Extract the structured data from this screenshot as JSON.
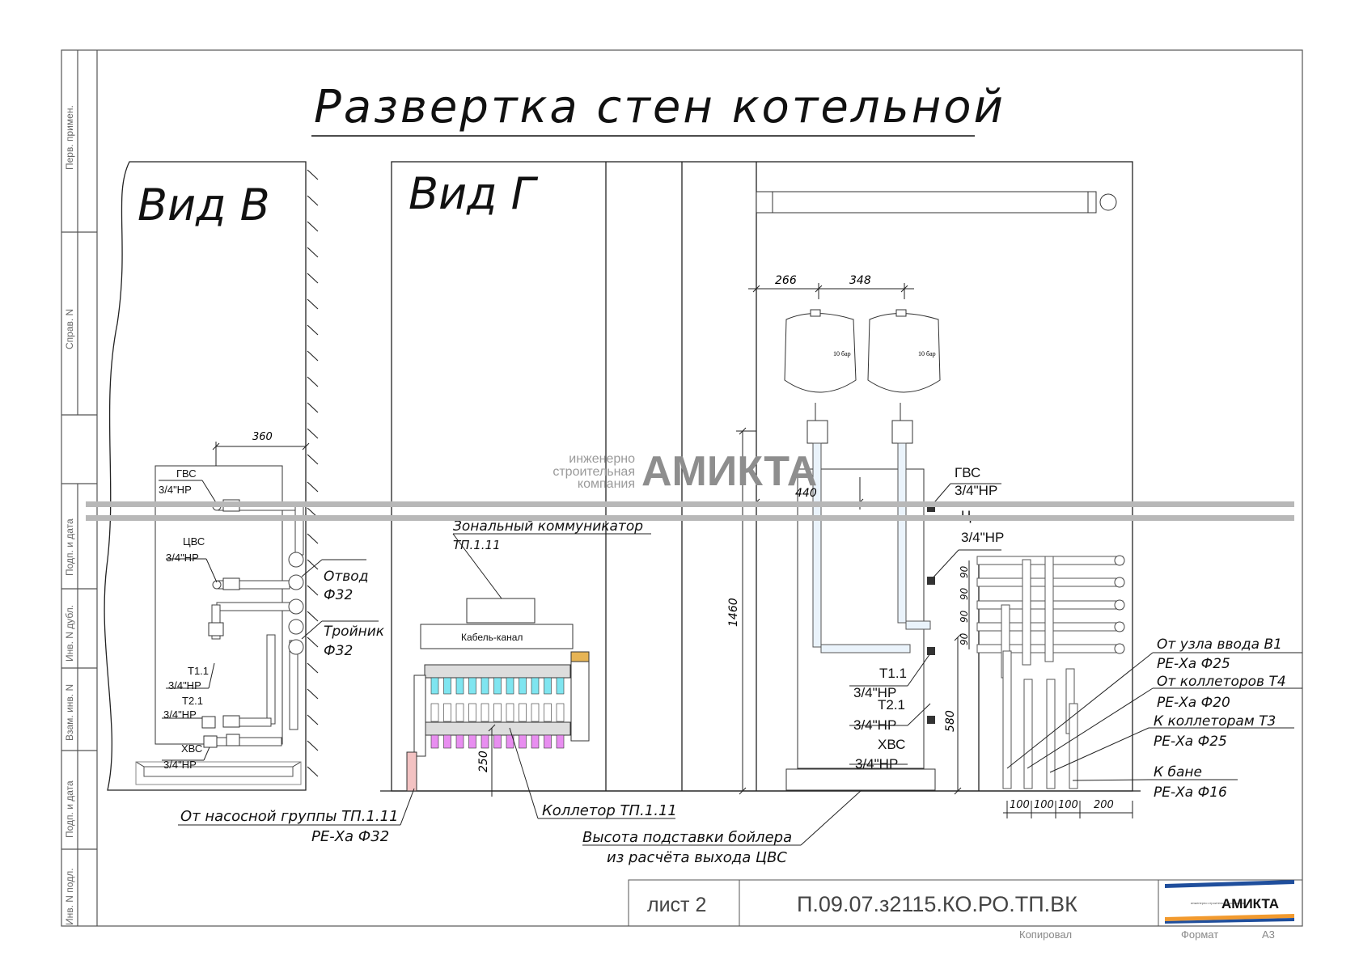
{
  "title": "Развертка стен котельной",
  "view_b": {
    "label": "Вид В",
    "dim": "360",
    "labels": [
      {
        "t": "ГВС"
      },
      {
        "t": "3/4\"НР"
      },
      {
        "t": "ЦВС"
      },
      {
        "t": "3/4\"НР"
      },
      {
        "t": "Т1.1"
      },
      {
        "t": "3/4\"НР"
      },
      {
        "t": "Т2.1"
      },
      {
        "t": "3/4\"НР"
      },
      {
        "t": "ХВС"
      },
      {
        "t": "3/4\"НР"
      }
    ],
    "otvod": "Отвод",
    "otvod_d": "Ф32",
    "troynik": "Тройник",
    "troynik_d": "Ф32"
  },
  "view_g": {
    "label": "Вид Г",
    "zonal": "Зональный коммуникатор",
    "zonal_ref": "ТП.1.11",
    "cable": "Кабель-канал",
    "dim_250": "250",
    "collector": "Коллетор ТП.1.11",
    "pump_group": "От насосной группы ТП.1.11",
    "pump_group_pipe": "РЕ-Ха Ф32",
    "boiler_stand_1": "Высота подставки бойлера",
    "boiler_stand_2": "из расчёта выхода ЦВС",
    "dim_266": "266",
    "dim_348": "348",
    "dim_440": "440",
    "dim_1460": "1460",
    "dim_580": "580",
    "tank_label": "10 бар",
    "right_labels": [
      {
        "t": "ГВС"
      },
      {
        "t": "3/4\"НР"
      },
      {
        "t": "Ц"
      },
      {
        "t": "3/4\"НР"
      },
      {
        "t": "Т1.1"
      },
      {
        "t": "3/4\"НР"
      },
      {
        "t": "Т2.1"
      },
      {
        "t": "3/4\"НР"
      },
      {
        "t": "ХВС"
      },
      {
        "t": "3/4\"НР"
      }
    ],
    "dims_90": [
      "90",
      "90",
      "90",
      "90"
    ],
    "bottom_dims": [
      "100",
      "100",
      "100",
      "200"
    ],
    "callouts": [
      {
        "t": "От узла ввода В1"
      },
      {
        "t": "РЕ-Ха Ф25"
      },
      {
        "t": "От коллеторов Т4"
      },
      {
        "t": "РЕ-Ха Ф20"
      },
      {
        "t": "К коллеторам Т3"
      },
      {
        "t": "РЕ-Ха Ф25"
      },
      {
        "t": "К бане"
      },
      {
        "t": "РЕ-Ха Ф16"
      }
    ]
  },
  "watermark": {
    "line1": "инженерно",
    "line2": "строительная",
    "line3": "компания",
    "brand": "АМИКТА"
  },
  "sidebar": [
    {
      "t": "Перв. примен."
    },
    {
      "t": "Справ. N"
    },
    {
      "t": "Подп. и дата"
    },
    {
      "t": "Инв. N дубл."
    },
    {
      "t": "Взам. инв. N"
    },
    {
      "t": "Подп. и дата"
    },
    {
      "t": "Инв. N подл."
    }
  ],
  "stamp": {
    "sheet": "лист 2",
    "code": "П.09.07.з2115.КО.РО.ТП.ВК",
    "logo_small": "инженерно строительная компания",
    "logo_brand": "АМИКТА",
    "copied": "Копировал",
    "format_label": "Формат",
    "format": "А3"
  },
  "colors": {
    "line": "#111111",
    "band": "#b8b8b8",
    "logo_blue": "#1f4e9c",
    "logo_orange": "#f29a2e",
    "pipe_red": "#e8a0a0",
    "pipe_blue": "#a8c8ea",
    "cyan": "#7fe5f0",
    "magenta": "#e88ef0"
  }
}
